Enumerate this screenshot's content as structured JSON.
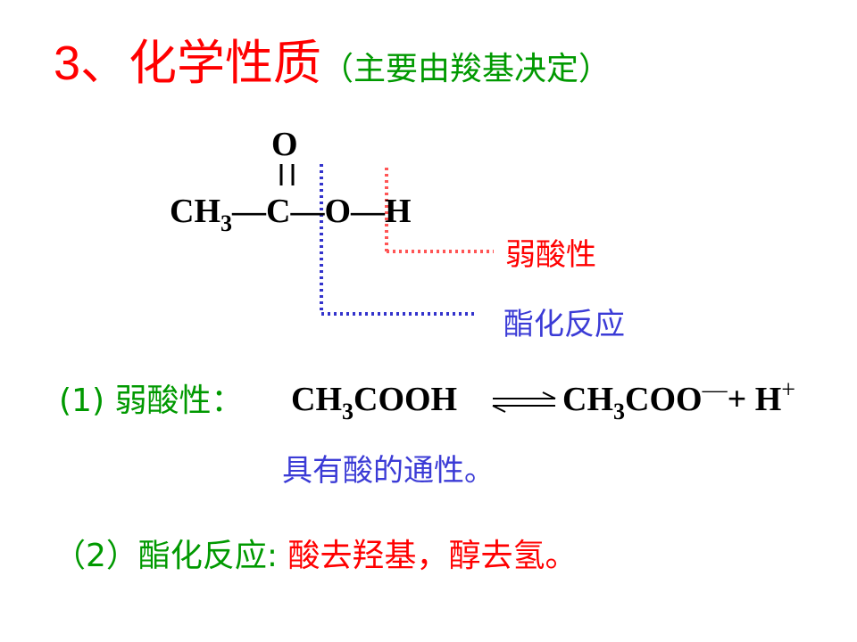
{
  "title": {
    "number": "3、",
    "main": "化学性质",
    "note": "（主要由羧基决定）"
  },
  "structure": {
    "oxygen_top": "O",
    "chain_prefix": "CH",
    "chain_subscript": "3",
    "chain_rest": "—C—O—H",
    "label_acid": "弱酸性",
    "label_ester": "酯化反应"
  },
  "section1": {
    "label": "(1) 弱酸性：",
    "reactant": "CH",
    "reactant_sub": "3",
    "reactant_rest": "COOH",
    "product": "CH",
    "product_sub": "3",
    "product_rest": "COO",
    "product_charge": "—",
    "plus_h": "+ H",
    "h_charge": "+",
    "note": "具有酸的通性。"
  },
  "section2": {
    "label": "（2）酯化反应: ",
    "rule": "酸去羟基，醇去氢。"
  },
  "colors": {
    "red": "#ff0000",
    "green": "#009900",
    "blue": "#3b3bd6",
    "dotted_red": "#ff5555",
    "dotted_blue": "#3333cc"
  }
}
